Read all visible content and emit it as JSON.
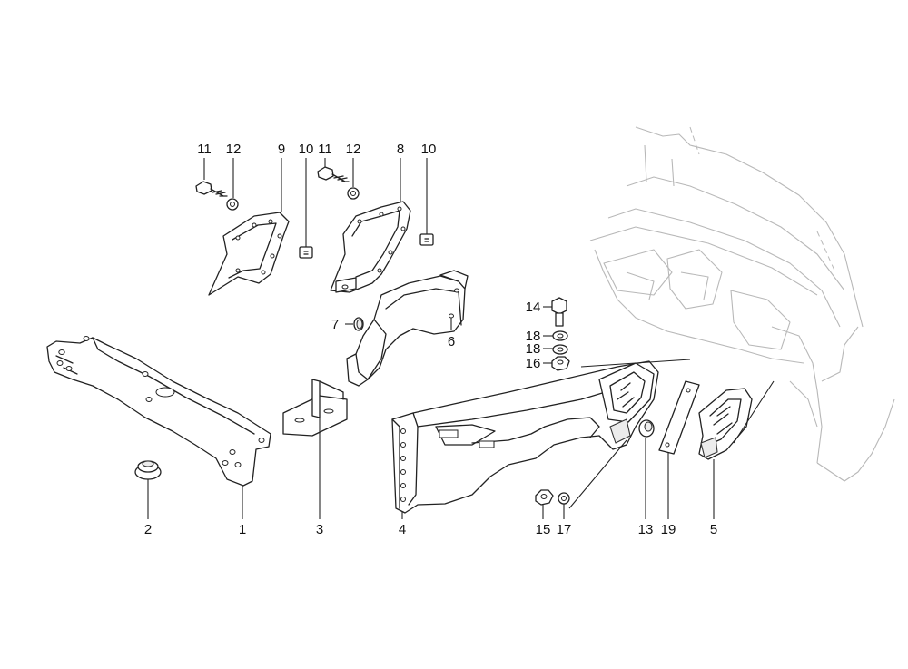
{
  "callouts": [
    {
      "id": "c1",
      "text": "1"
    },
    {
      "id": "c2",
      "text": "2"
    },
    {
      "id": "c3",
      "text": "3"
    },
    {
      "id": "c4",
      "text": "4"
    },
    {
      "id": "c5",
      "text": "5"
    },
    {
      "id": "c6",
      "text": "6"
    },
    {
      "id": "c7",
      "text": "7"
    },
    {
      "id": "c8",
      "text": "8"
    },
    {
      "id": "c9",
      "text": "9"
    },
    {
      "id": "c10a",
      "text": "10"
    },
    {
      "id": "c10b",
      "text": "10"
    },
    {
      "id": "c11a",
      "text": "11"
    },
    {
      "id": "c11b",
      "text": "11"
    },
    {
      "id": "c12a",
      "text": "12"
    },
    {
      "id": "c12b",
      "text": "12"
    },
    {
      "id": "c13",
      "text": "13"
    },
    {
      "id": "c14",
      "text": "14"
    },
    {
      "id": "c15",
      "text": "15"
    },
    {
      "id": "c16",
      "text": "16"
    },
    {
      "id": "c17",
      "text": "17"
    },
    {
      "id": "c18a",
      "text": "18"
    },
    {
      "id": "c18b",
      "text": "18"
    },
    {
      "id": "c19",
      "text": "19"
    }
  ]
}
